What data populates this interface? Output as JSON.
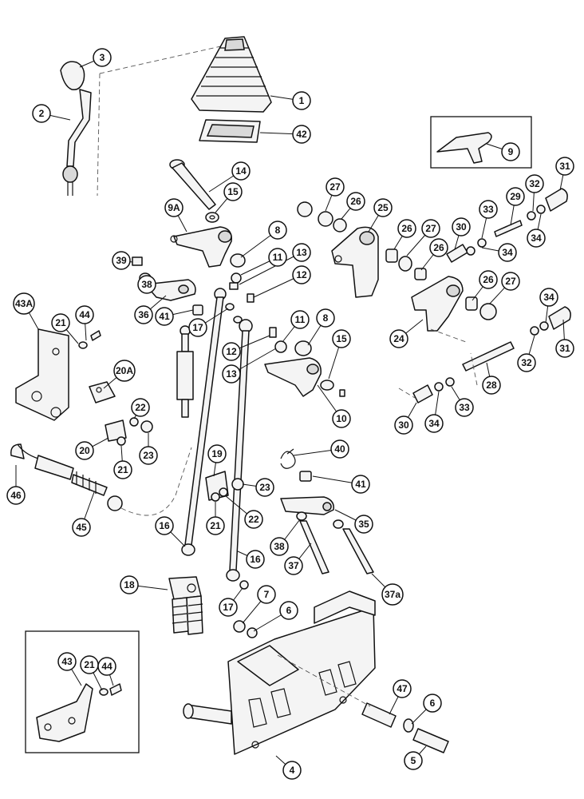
{
  "callouts": [
    {
      "id": "c1",
      "label": "1"
    },
    {
      "id": "c2",
      "label": "2"
    },
    {
      "id": "c3",
      "label": "3"
    },
    {
      "id": "c4",
      "label": "4"
    },
    {
      "id": "c5",
      "label": "5"
    },
    {
      "id": "c6a",
      "label": "6"
    },
    {
      "id": "c6b",
      "label": "6"
    },
    {
      "id": "c7",
      "label": "7"
    },
    {
      "id": "c8a",
      "label": "8"
    },
    {
      "id": "c8b",
      "label": "8"
    },
    {
      "id": "c9",
      "label": "9"
    },
    {
      "id": "c9A",
      "label": "9A"
    },
    {
      "id": "c10",
      "label": "10"
    },
    {
      "id": "c11a",
      "label": "11"
    },
    {
      "id": "c11b",
      "label": "11"
    },
    {
      "id": "c12a",
      "label": "12"
    },
    {
      "id": "c12b",
      "label": "12"
    },
    {
      "id": "c13a",
      "label": "13"
    },
    {
      "id": "c13b",
      "label": "13"
    },
    {
      "id": "c14",
      "label": "14"
    },
    {
      "id": "c15a",
      "label": "15"
    },
    {
      "id": "c15b",
      "label": "15"
    },
    {
      "id": "c16a",
      "label": "16"
    },
    {
      "id": "c16b",
      "label": "16"
    },
    {
      "id": "c17a",
      "label": "17"
    },
    {
      "id": "c17b",
      "label": "17"
    },
    {
      "id": "c18",
      "label": "18"
    },
    {
      "id": "c19",
      "label": "19"
    },
    {
      "id": "c20",
      "label": "20"
    },
    {
      "id": "c20A",
      "label": "20A"
    },
    {
      "id": "c21a",
      "label": "21"
    },
    {
      "id": "c21b",
      "label": "21"
    },
    {
      "id": "c21c",
      "label": "21"
    },
    {
      "id": "c21d",
      "label": "21"
    },
    {
      "id": "c22a",
      "label": "22"
    },
    {
      "id": "c22b",
      "label": "22"
    },
    {
      "id": "c23a",
      "label": "23"
    },
    {
      "id": "c23b",
      "label": "23"
    },
    {
      "id": "c24",
      "label": "24"
    },
    {
      "id": "c25",
      "label": "25"
    },
    {
      "id": "c26a",
      "label": "26"
    },
    {
      "id": "c26b",
      "label": "26"
    },
    {
      "id": "c26c",
      "label": "26"
    },
    {
      "id": "c26d",
      "label": "26"
    },
    {
      "id": "c27a",
      "label": "27"
    },
    {
      "id": "c27b",
      "label": "27"
    },
    {
      "id": "c27c",
      "label": "27"
    },
    {
      "id": "c28",
      "label": "28"
    },
    {
      "id": "c29",
      "label": "29"
    },
    {
      "id": "c30a",
      "label": "30"
    },
    {
      "id": "c30b",
      "label": "30"
    },
    {
      "id": "c31a",
      "label": "31"
    },
    {
      "id": "c31b",
      "label": "31"
    },
    {
      "id": "c32a",
      "label": "32"
    },
    {
      "id": "c32b",
      "label": "32"
    },
    {
      "id": "c33a",
      "label": "33"
    },
    {
      "id": "c33b",
      "label": "33"
    },
    {
      "id": "c34a",
      "label": "34"
    },
    {
      "id": "c34b",
      "label": "34"
    },
    {
      "id": "c34c",
      "label": "34"
    },
    {
      "id": "c34d",
      "label": "34"
    },
    {
      "id": "c35",
      "label": "35"
    },
    {
      "id": "c36",
      "label": "36"
    },
    {
      "id": "c37",
      "label": "37"
    },
    {
      "id": "c37a",
      "label": "37a"
    },
    {
      "id": "c38a",
      "label": "38"
    },
    {
      "id": "c38b",
      "label": "38"
    },
    {
      "id": "c39",
      "label": "39"
    },
    {
      "id": "c40",
      "label": "40"
    },
    {
      "id": "c41a",
      "label": "41"
    },
    {
      "id": "c41b",
      "label": "41"
    },
    {
      "id": "c42",
      "label": "42"
    },
    {
      "id": "c43",
      "label": "43"
    },
    {
      "id": "c43A",
      "label": "43A"
    },
    {
      "id": "c44a",
      "label": "44"
    },
    {
      "id": "c44b",
      "label": "44"
    },
    {
      "id": "c45",
      "label": "45"
    },
    {
      "id": "c46",
      "label": "46"
    },
    {
      "id": "c47",
      "label": "47"
    }
  ]
}
